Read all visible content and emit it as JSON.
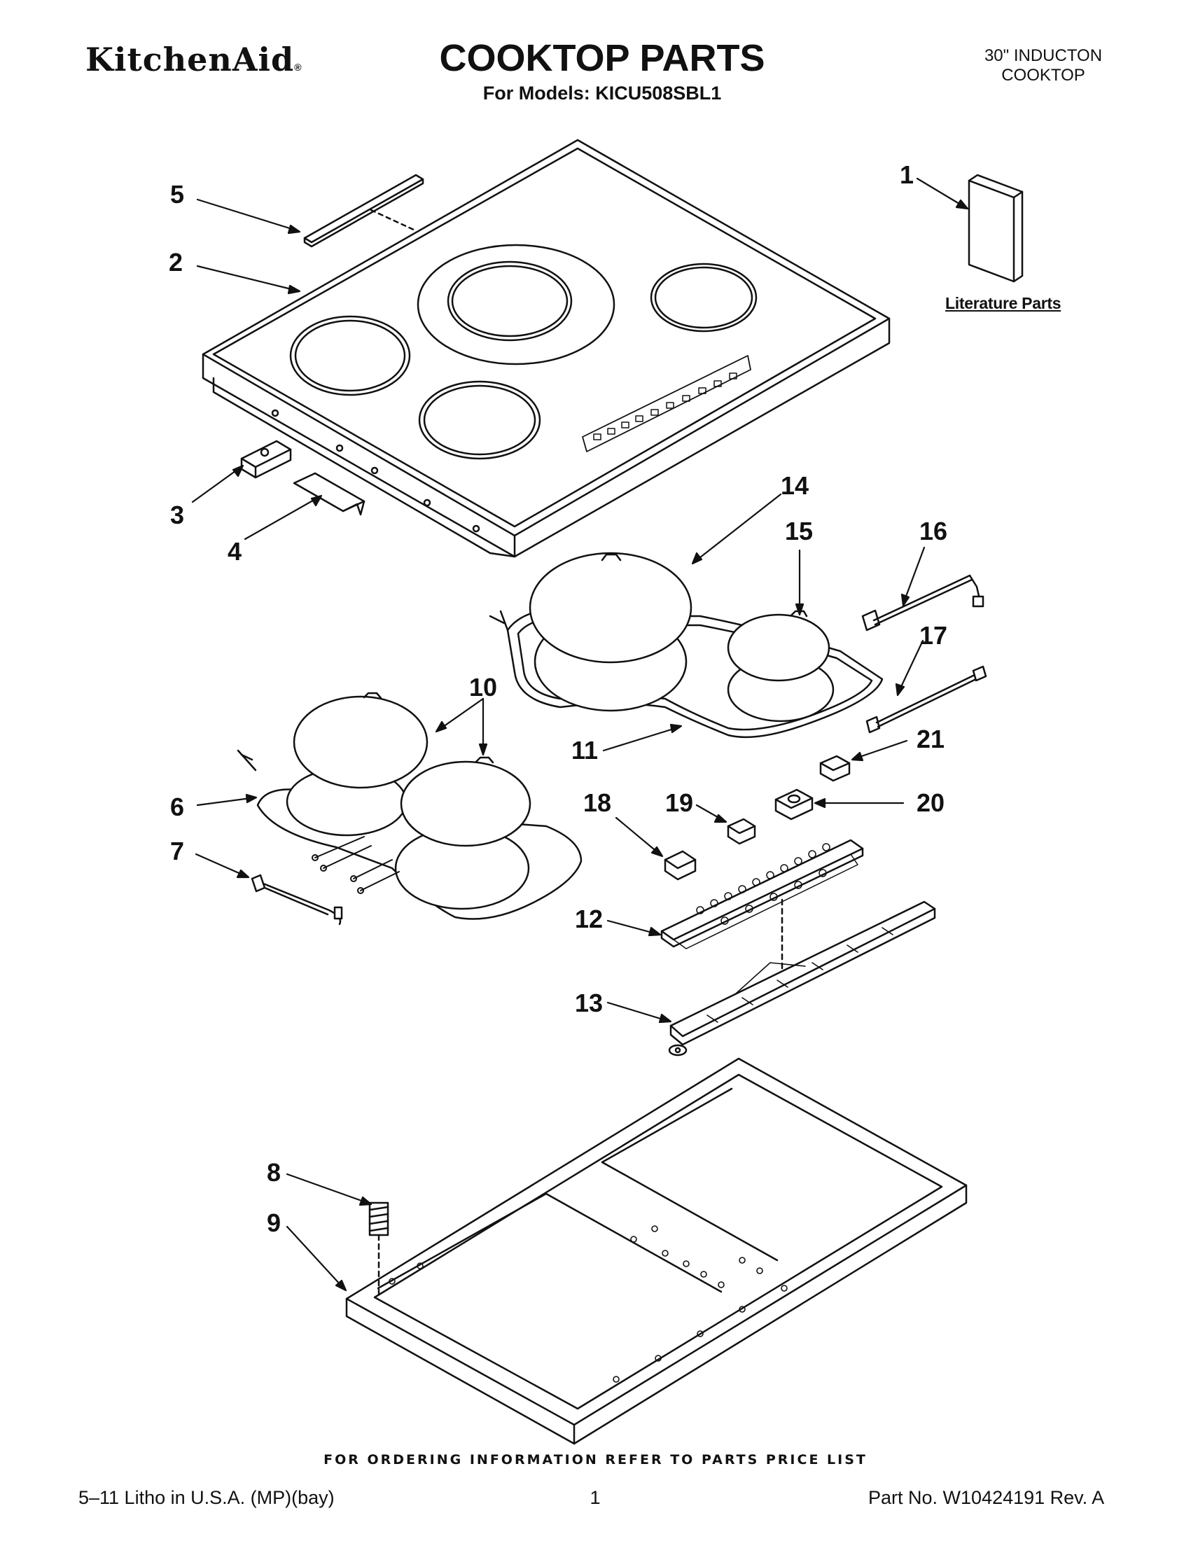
{
  "header": {
    "brand": "KitchenAid",
    "brand_mark": "®",
    "title": "COOKTOP PARTS",
    "subtitle": "For Models: KICU508SBL1",
    "product_line1": "30\" INDUCTON",
    "product_line2": "COOKTOP"
  },
  "literature_label": "Literature Parts",
  "callouts": {
    "c1": "1",
    "c2": "2",
    "c3": "3",
    "c4": "4",
    "c5": "5",
    "c6": "6",
    "c7": "7",
    "c8": "8",
    "c9": "9",
    "c10": "10",
    "c11": "11",
    "c12": "12",
    "c13": "13",
    "c14": "14",
    "c15": "15",
    "c16": "16",
    "c17": "17",
    "c18": "18",
    "c19": "19",
    "c20": "20",
    "c21": "21"
  },
  "footer": {
    "ordering_note": "FOR ORDERING INFORMATION REFER TO PARTS PRICE LIST",
    "litho": "5–11 Litho in U.S.A. (MP)(bay)",
    "page": "1",
    "part_no": "Part No. W10424191 Rev. A"
  }
}
